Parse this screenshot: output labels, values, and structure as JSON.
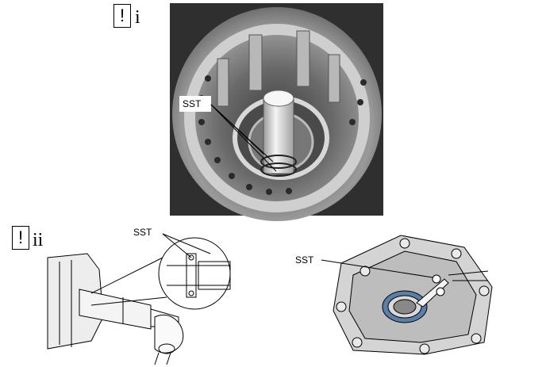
{
  "steps": [
    {
      "marker": "!",
      "number": "i",
      "labels": [
        "SST"
      ]
    },
    {
      "marker": "!",
      "number": "ii",
      "labels": [
        "SST",
        "SST"
      ]
    }
  ],
  "icons": [
    "caution-icon"
  ],
  "colors": {
    "photo_dark": "#3a3a3a",
    "photo_mid": "#8a8a8a",
    "photo_light": "#d6d6d6",
    "seal_blue": "#5a7fa8",
    "line": "#000000"
  }
}
